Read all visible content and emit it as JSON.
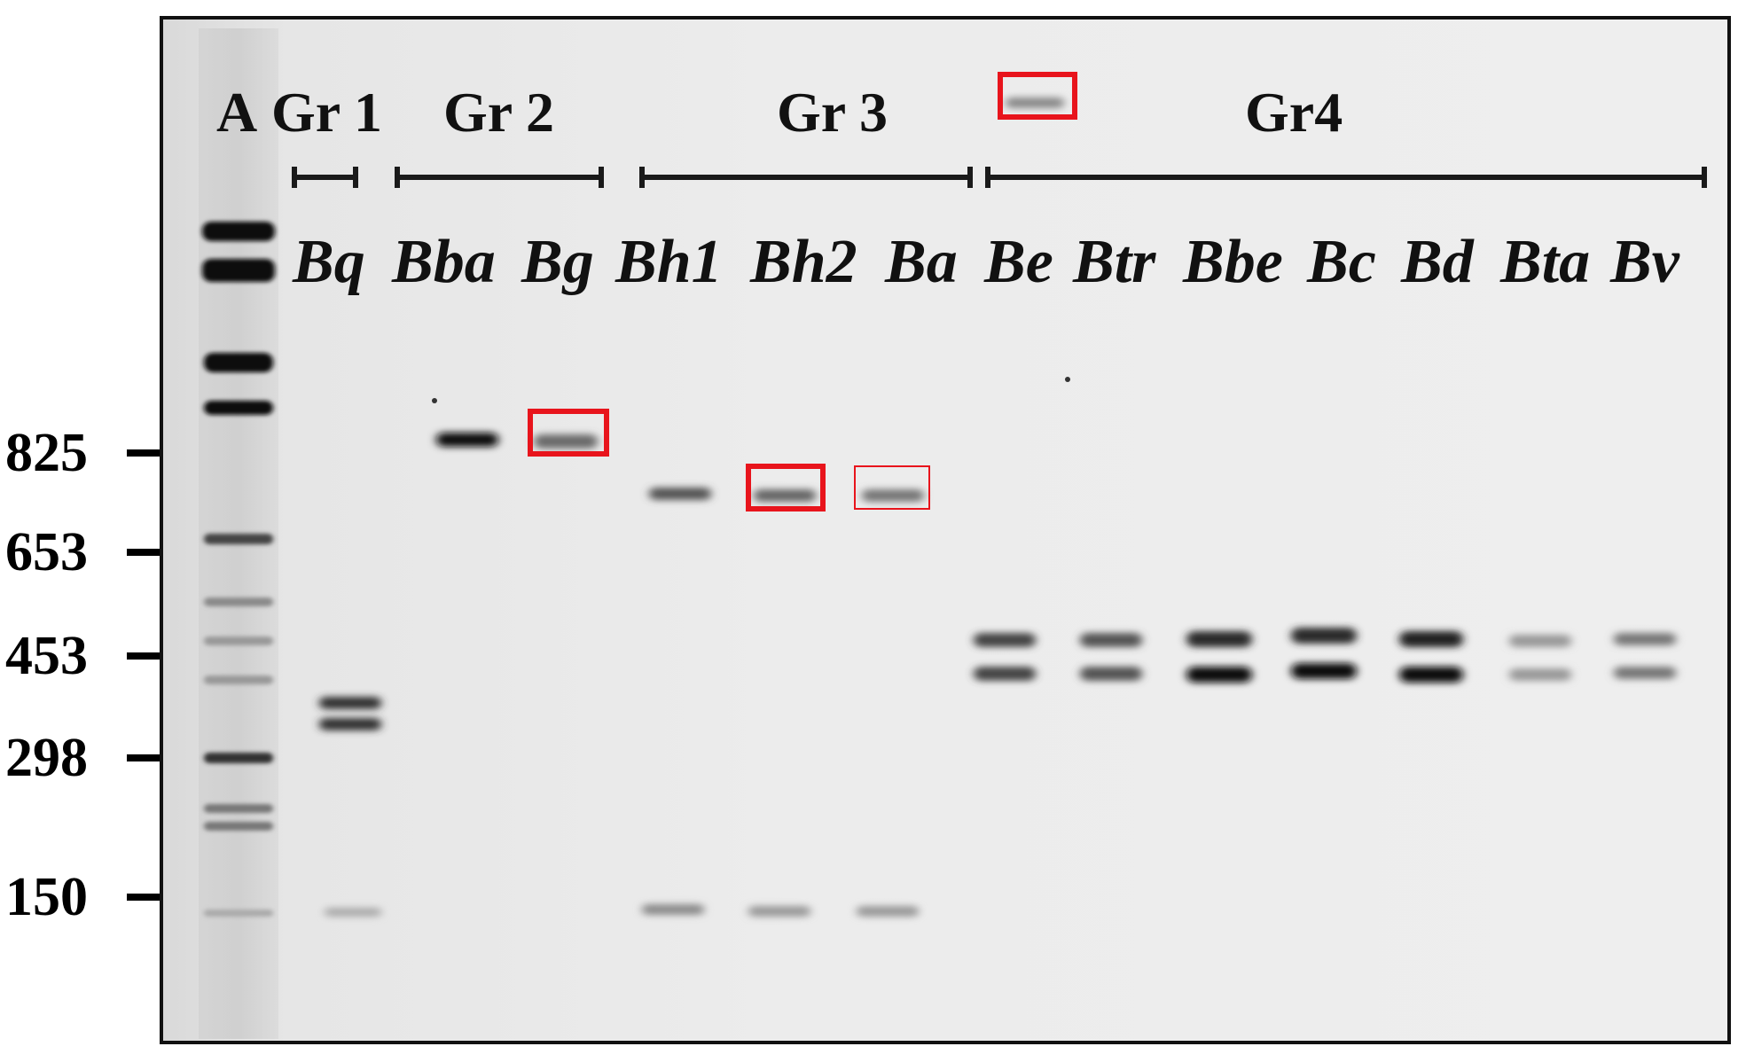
{
  "markers": [
    "825",
    "653",
    "453",
    "298",
    "150"
  ],
  "ladder_label": "A",
  "groups": [
    "Gr 1",
    "Gr 2",
    "Gr 3",
    "Gr4"
  ],
  "lanes": [
    "Bq",
    "Bba",
    "Bg",
    "Bh1",
    "Bh2",
    "Ba",
    "Be",
    "Btr",
    "Bbe",
    "Bc",
    "Bd",
    "Bta",
    "Bv"
  ],
  "colors": {
    "highlight_box": "#e8141c",
    "band": "#1c1c1c",
    "gel_background": "#e9e9e9"
  }
}
